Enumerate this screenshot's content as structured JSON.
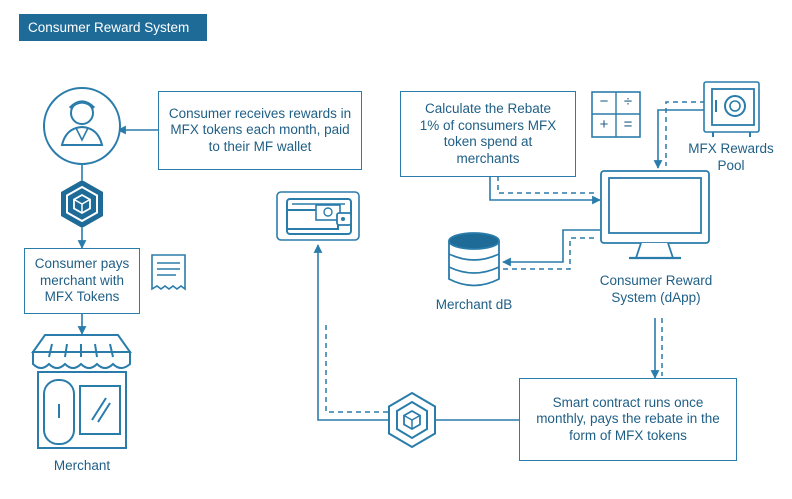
{
  "title": "Consumer Reward System",
  "boxes": {
    "receive_rewards": "Consumer receives rewards in MFX tokens each month, paid to their MF wallet",
    "calculate_rebate": "Calculate the Rebate 1% of consumers MFX token spend at merchants",
    "consumer_pays": "Consumer pays merchant with MFX Tokens",
    "smart_contract": "Smart contract runs once monthly, pays the rebate in the form of MFX tokens"
  },
  "labels": {
    "rewards_pool": "MFX Rewards Pool",
    "merchant_db": "Merchant dB",
    "dapp": "Consumer Reward System (dApp)",
    "merchant": "Merchant"
  },
  "calculator_symbols": [
    "−",
    "÷",
    "+",
    "="
  ],
  "colors": {
    "primary": "#1f6b98",
    "line": "#2a7cab",
    "text": "#1f5f86"
  }
}
